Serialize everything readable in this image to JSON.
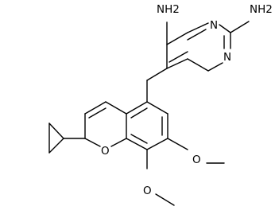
{
  "atoms": {
    "amine_top": "NH2",
    "amine_right": "NH2",
    "ring_n_top": "N",
    "ring_n_right": "N",
    "ring_o": "O",
    "methoxy_o_upper": "O",
    "methoxy_o_lower": "O"
  },
  "colors": {
    "bond": "#000000",
    "background": "#ffffff"
  }
}
